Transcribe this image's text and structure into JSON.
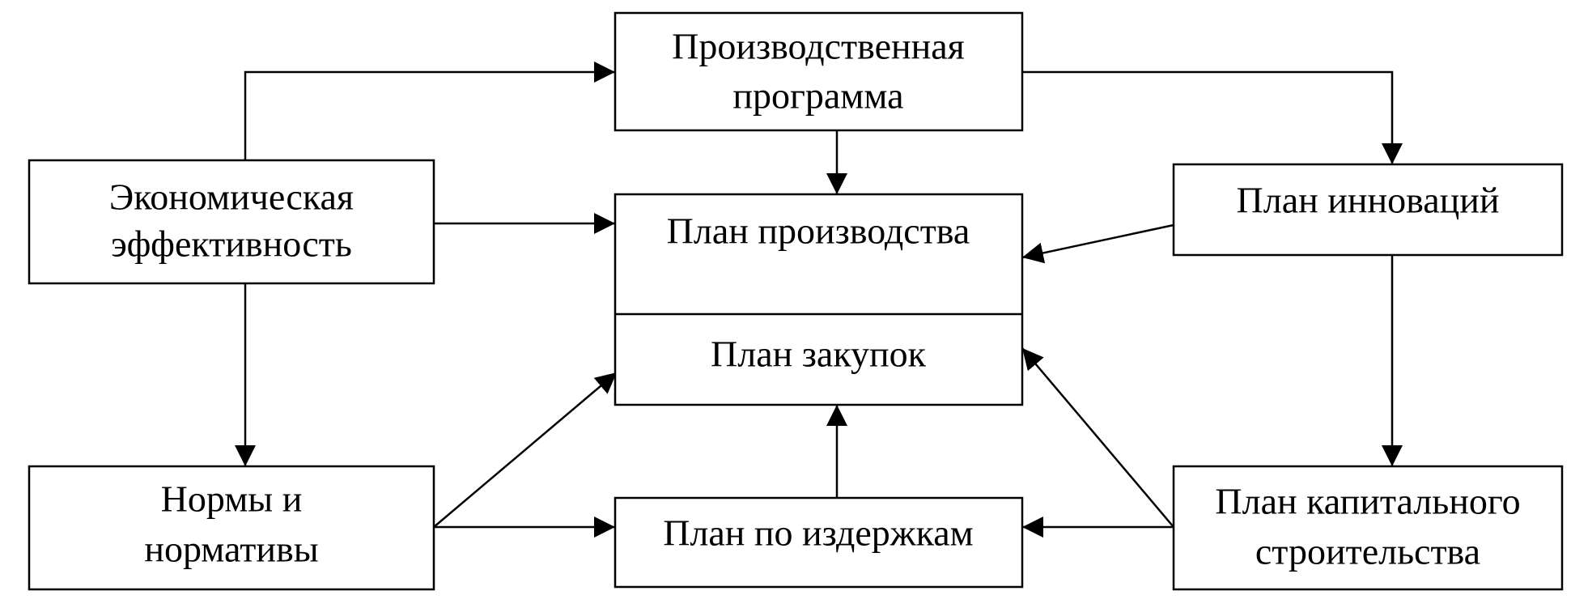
{
  "nodes": {
    "production_program": {
      "line1": "Производственная",
      "line2": "программа"
    },
    "economic_efficiency": {
      "line1": "Экономическая",
      "line2": "эффективность"
    },
    "production_plan": {
      "line1": "План производства"
    },
    "purchase_plan": {
      "line1": "План закупок"
    },
    "innovation_plan": {
      "line1": "План инноваций"
    },
    "norms": {
      "line1": "Нормы и",
      "line2": "нормативы"
    },
    "cost_plan": {
      "line1": "План по издержкам"
    },
    "capital_construction_plan": {
      "line1": "План капитального",
      "line2": "строительства"
    }
  },
  "edges": [
    {
      "from": "economic_efficiency",
      "to": "production_program"
    },
    {
      "from": "economic_efficiency",
      "to": "production_plan"
    },
    {
      "from": "economic_efficiency",
      "to": "norms"
    },
    {
      "from": "production_program",
      "to": "production_plan"
    },
    {
      "from": "production_program",
      "to": "innovation_plan"
    },
    {
      "from": "innovation_plan",
      "to": "production_plan"
    },
    {
      "from": "innovation_plan",
      "to": "capital_construction_plan"
    },
    {
      "from": "norms",
      "to": "purchase_plan"
    },
    {
      "from": "norms",
      "to": "cost_plan"
    },
    {
      "from": "cost_plan",
      "to": "purchase_plan"
    },
    {
      "from": "capital_construction_plan",
      "to": "purchase_plan"
    },
    {
      "from": "capital_construction_plan",
      "to": "cost_plan"
    }
  ]
}
